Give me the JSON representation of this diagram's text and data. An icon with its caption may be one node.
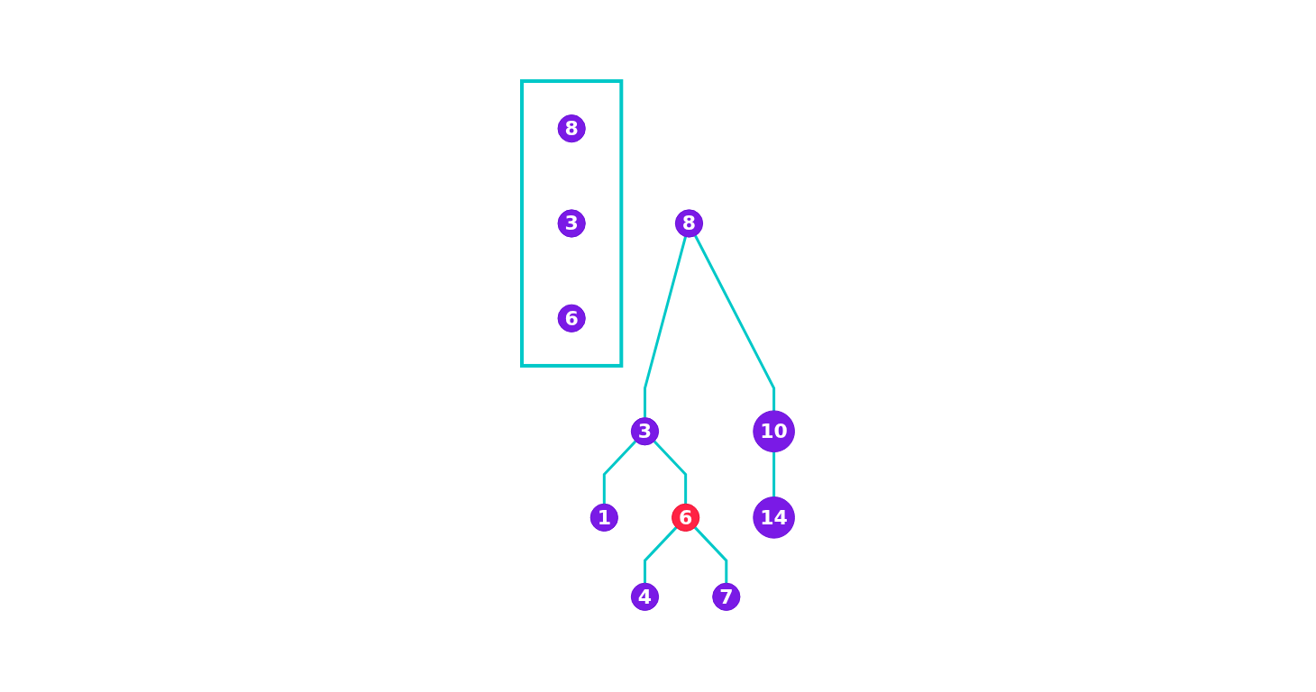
{
  "diagram": {
    "nodes": [
      {
        "text": [
          "8"
        ]
      },
      {
        "text": [
          "3"
        ]
      },
      {
        "text": [
          "10"
        ]
      },
      {
        "text": [
          "1"
        ]
      },
      {
        "text": [
          "6"
        ]
      },
      {
        "text": [
          "14"
        ]
      },
      {
        "text": [
          "4"
        ]
      },
      {
        "text": [
          "7"
        ]
      },
      {
        "text": [],
        "shape": "box"
      },
      {
        "text": [
          "8"
        ],
        "in": 8
      },
      {
        "text": [
          "3"
        ],
        "in": 8
      },
      {
        "text": [
          "6"
        ],
        "in": 8
      }
    ],
    "edges": [
      {
        "from": 0,
        "to": 1,
        "arrow": "none"
      },
      {
        "from": 0,
        "to": 2,
        "arrow": "none"
      },
      {
        "from": 1,
        "to": 3,
        "arrow": "none"
      },
      {
        "from": 1,
        "to": 4,
        "arrow": "none"
      },
      {
        "from": 2,
        "to": 5,
        "arrow": "none"
      },
      {
        "from": 4,
        "to": 6,
        "arrow": "none"
      },
      {
        "from": 4,
        "to": 7,
        "arrow": "none"
      }
    ]
  }
}
